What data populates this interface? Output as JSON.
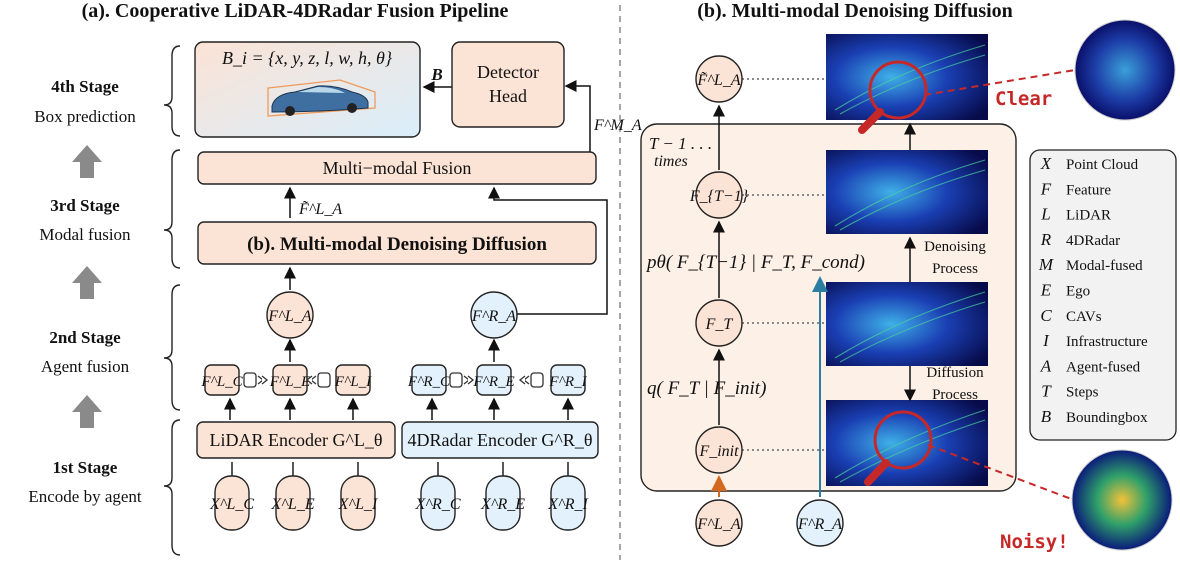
{
  "left_panel": {
    "title": "(a). Cooperative LiDAR-4DRadar Fusion Pipeline",
    "stages": [
      {
        "heading": "4th Stage",
        "sub": "Box prediction"
      },
      {
        "heading": "3rd Stage",
        "sub": "Modal fusion"
      },
      {
        "heading": "2nd Stage",
        "sub": "Agent fusion"
      },
      {
        "heading": "1st Stage",
        "sub": "Encode by agent"
      }
    ],
    "box_formula": "B_i = {x, y, z, l, w, h, θ}",
    "b_label": "B",
    "detector_head": [
      "Detector",
      "Head"
    ],
    "fm_label": "F^M_A",
    "multimodal_fusion": "Multi−modal Fusion",
    "ftilde_label": "F̃^L_A",
    "mdd_box": "(b). Multi-modal Denoising Diffusion",
    "lidar_encoder": "LiDAR Encoder G^L_θ",
    "radar_encoder": "4DRadar Encoder G^R_θ",
    "lidar_agent": "F^L_A",
    "radar_agent": "F^R_A",
    "lidar_feats": [
      "F^L_C",
      "F^L_E",
      "F^L_I"
    ],
    "radar_feats": [
      "F^R_C",
      "F^R_E",
      "F^R_I"
    ],
    "lidar_inputs": [
      "X^L_C",
      "X^L_E",
      "X^L_I"
    ],
    "radar_inputs": [
      "X^R_C",
      "X^R_E",
      "X^R_I"
    ]
  },
  "right_panel": {
    "title": "(b). Multi-modal Denoising Diffusion",
    "top_node": "F̃^L_A",
    "times_label": [
      "T − 1 . . .",
      "times"
    ],
    "node_t_minus_1": "F_{T−1}",
    "p_theta": "pθ( F_{T−1} | F_T, F_cond)",
    "node_t": "F_T",
    "q_label": "q( F_T | F_init)",
    "node_init": "F_init",
    "bottom_left": "F^L_A",
    "bottom_right": "F^R_A",
    "denoising_label": [
      "Denoising",
      "Process"
    ],
    "diffusion_label": [
      "Diffusion",
      "Process"
    ],
    "clear_label": "Clear",
    "noisy_label": "Noisy!"
  },
  "legend": [
    {
      "symbol": "X",
      "text": "Point Cloud"
    },
    {
      "symbol": "F",
      "text": "Feature"
    },
    {
      "symbol": "L",
      "text": "LiDAR"
    },
    {
      "symbol": "R",
      "text": "4DRadar"
    },
    {
      "symbol": "M",
      "text": "Modal-fused"
    },
    {
      "symbol": "E",
      "text": "Ego"
    },
    {
      "symbol": "C",
      "text": "CAVs"
    },
    {
      "symbol": "I",
      "text": "Infrastructure"
    },
    {
      "symbol": "A",
      "text": "Agent-fused"
    },
    {
      "symbol": "T",
      "text": "Steps"
    },
    {
      "symbol": "B",
      "text": "Boundingbox"
    }
  ],
  "colors": {
    "orange_fill": "#fbe3d5",
    "blue_fill": "#e2f1fb",
    "red": "#c62828",
    "teal_arrow": "#2b7ea1",
    "orange_arrow": "#d2691e"
  }
}
